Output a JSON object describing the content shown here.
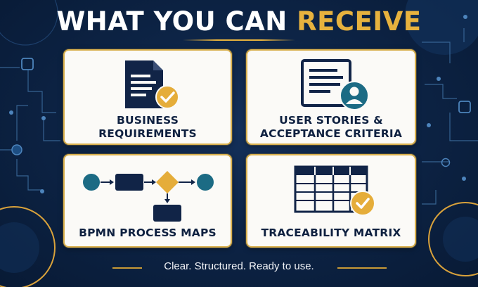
{
  "header": {
    "title_white": "WHAT YOU CAN ",
    "title_gold": "RECEIVE"
  },
  "cards": [
    {
      "label_line1": "BUSINESS",
      "label_line2": "REQUIREMENTS",
      "icon": "document-check-icon"
    },
    {
      "label_line1": "USER STORIES &",
      "label_line2": "ACCEPTANCE CRITERIA",
      "icon": "document-user-icon"
    },
    {
      "label_line1": "BPMN PROCESS MAPS",
      "icon": "process-flow-icon"
    },
    {
      "label_line1": "TRACEABILITY MATRIX",
      "icon": "matrix-table-check-icon"
    }
  ],
  "footer": {
    "tagline": "Clear. Structured. Ready to use."
  },
  "colors": {
    "background": "#0d2446",
    "gold": "#e7b23e",
    "navy": "#0f2140",
    "teal": "#1c6b84",
    "card": "#fbfaf7"
  }
}
